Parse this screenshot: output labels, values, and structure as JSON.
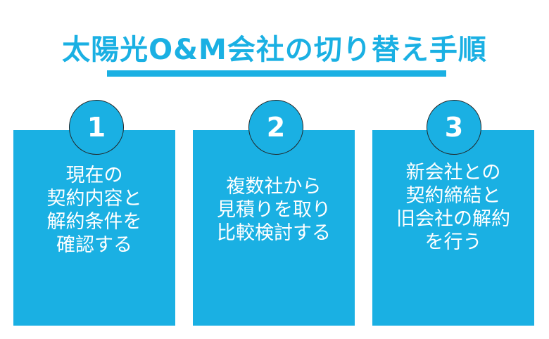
{
  "title": "太陽光O&M会社の切り替え手順",
  "steps": [
    {
      "number": "1",
      "lines": [
        "現在の",
        "契約内容と",
        "解約条件を",
        "確認する"
      ]
    },
    {
      "number": "2",
      "lines": [
        "複数社から",
        "見積りを取り",
        "比較検討する"
      ]
    },
    {
      "number": "3",
      "lines": [
        "新会社との",
        "契約締結と",
        "旧会社の解約",
        "を行う"
      ]
    }
  ],
  "colors": {
    "accent": "#1ab0e3",
    "text_on_accent": "#ffffff"
  }
}
